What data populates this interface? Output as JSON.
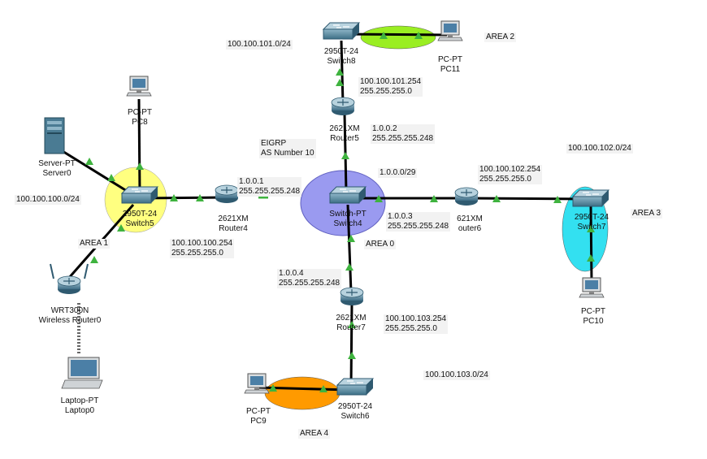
{
  "devices": {
    "switch8": {
      "type": "2950T-24",
      "name": "Switch8"
    },
    "pc11": {
      "type": "PC-PT",
      "name": "PC11"
    },
    "router5": {
      "type": "2621XM",
      "name": "Router5"
    },
    "pc8": {
      "type": "PC-PT",
      "name": "PC8"
    },
    "server0": {
      "type": "Server-PT",
      "name": "Server0"
    },
    "switch5": {
      "type": "2950T-24",
      "name": "Switch5"
    },
    "router4": {
      "type": "2621XM",
      "name": "Router4"
    },
    "switch4": {
      "type": "Switch-PT",
      "name": "Switch4"
    },
    "router6": {
      "type": "621XM",
      "name": "outer6"
    },
    "switch7": {
      "type": "2950T-24",
      "name": "Switch7"
    },
    "pc10": {
      "type": "PC-PT",
      "name": "PC10"
    },
    "router7": {
      "type": "2621XM",
      "name": "Router7"
    },
    "switch6": {
      "type": "2950T-24",
      "name": "Switch6"
    },
    "pc9": {
      "type": "PC-PT",
      "name": "PC9"
    },
    "wrt": {
      "type": "WRT300N",
      "name": "Wireless Router0"
    },
    "laptop": {
      "type": "Laptop-PT",
      "name": "Laptop0"
    }
  },
  "notes": {
    "net_101": "100.100.101.0/24",
    "area2": "AREA 2",
    "r5_lan": "100.100.101.254\n255.255.255.0",
    "r5_wan": "1.0.0.2\n255.255.255.248",
    "eigrp": "EIGRP\nAS Number 10",
    "net_102": "100.100.102.0/24",
    "r6_lan": "100.100.102.254\n255.255.255.0",
    "core_net": "1.0.0.0/29",
    "net_100": "100.100.100.0/24",
    "r4_wan": "1.0.0.1\n255.255.255.248",
    "area3": "AREA 3",
    "r6_wan": "1.0.0.3\n255.255.255.248",
    "area1": "AREA 1",
    "r4_lan": "100.100.100.254\n255.255.255.0",
    "area0": "AREA 0",
    "r7_wan": "1.0.0.4\n255.255.255.248",
    "r7_lan": "100.100.103.254\n255.255.255.0",
    "net_103": "100.100.103.0/24",
    "area4": "AREA 4"
  },
  "colors": {
    "area1": "#ffff80",
    "area2": "#9aee22",
    "area3": "#33e0f0",
    "area4": "#ff9a00",
    "area0": "#9a9af0",
    "link": "#000000",
    "link_up": "#3fb33f"
  }
}
